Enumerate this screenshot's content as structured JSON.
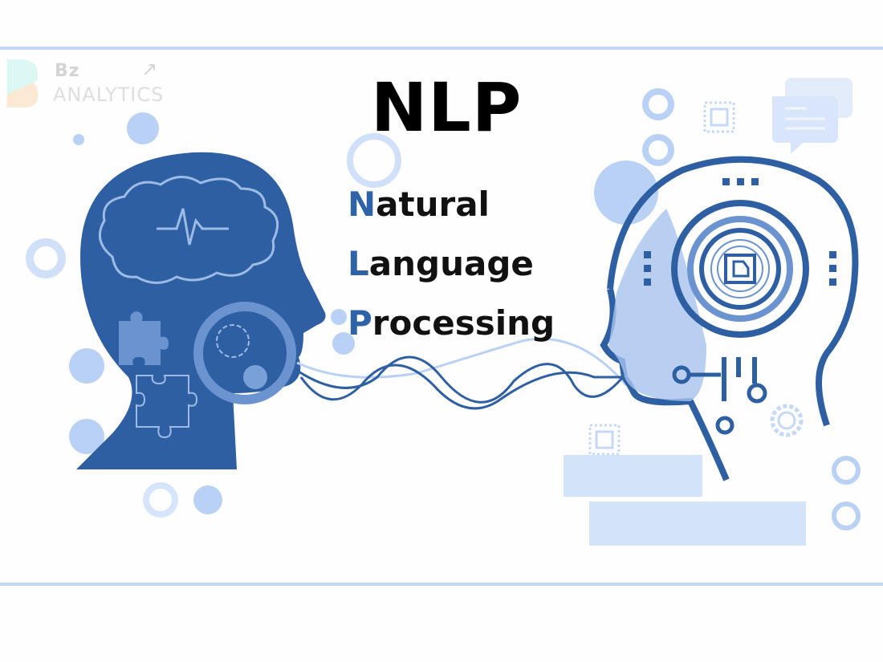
{
  "logo": {
    "brand_short": "Bz",
    "brand_name": "ANALYTICS",
    "arrow_icon": "↗"
  },
  "title": "NLP",
  "expansion": [
    {
      "initial": "N",
      "rest": "atural"
    },
    {
      "initial": "L",
      "rest": "anguage"
    },
    {
      "initial": "P",
      "rest": "rocessing"
    }
  ],
  "colors": {
    "primary": "#2e5fa3",
    "light": "#b8d1f5",
    "pale": "#dbe7fb",
    "initial": "#2e63a8",
    "border": "#c3d8f6"
  }
}
